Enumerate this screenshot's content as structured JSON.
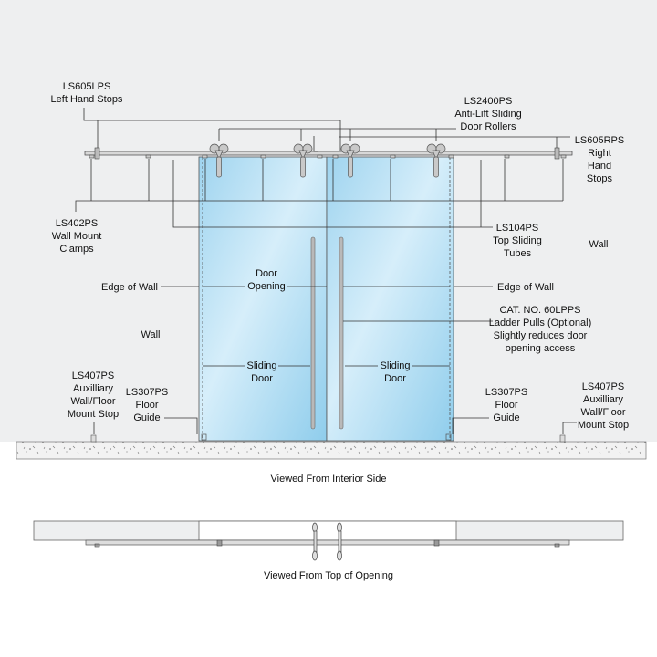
{
  "labels": {
    "ls605lps": {
      "lines": [
        "LS605LPS",
        "Left Hand Stops"
      ]
    },
    "ls2400ps": {
      "lines": [
        "LS2400PS",
        "Anti-Lift Sliding",
        "Door Rollers"
      ]
    },
    "ls605rps": {
      "lines": [
        "LS605RPS",
        "Right",
        "Hand",
        "Stops"
      ]
    },
    "ls402ps": {
      "lines": [
        "LS402PS",
        "Wall Mount",
        "Clamps"
      ]
    },
    "ls104ps": {
      "lines": [
        "LS104PS",
        "Top Sliding",
        "Tubes"
      ]
    },
    "wall_right": "Wall",
    "wall_left": "Wall",
    "edge_left": "Edge of Wall",
    "edge_right": "Edge of Wall",
    "door_opening": {
      "lines": [
        "Door",
        "Opening"
      ]
    },
    "ladder_pulls": {
      "lines": [
        "CAT. NO. 60LPPS",
        "Ladder Pulls (Optional)",
        "Slightly reduces door",
        "opening access"
      ]
    },
    "sliding_left": {
      "lines": [
        "Sliding",
        "Door"
      ]
    },
    "sliding_right": {
      "lines": [
        "Sliding",
        "Door"
      ]
    },
    "ls407ps_left": {
      "lines": [
        "LS407PS",
        "Auxilliary",
        "Wall/Floor",
        "Mount Stop"
      ]
    },
    "ls307ps_left": {
      "lines": [
        "LS307PS",
        "Floor",
        "Guide"
      ]
    },
    "ls307ps_right": {
      "lines": [
        "LS307PS",
        "Floor",
        "Guide"
      ]
    },
    "ls407ps_right": {
      "lines": [
        "LS407PS",
        "Auxilliary",
        "Wall/Floor",
        "Mount Stop"
      ]
    }
  },
  "captions": {
    "interior": "Viewed From Interior Side",
    "top": "Viewed From Top of Opening"
  },
  "colors": {
    "wall": "#eeeff0",
    "glass_light": "#d6eefa",
    "glass_dark": "#8fcdec"
  }
}
